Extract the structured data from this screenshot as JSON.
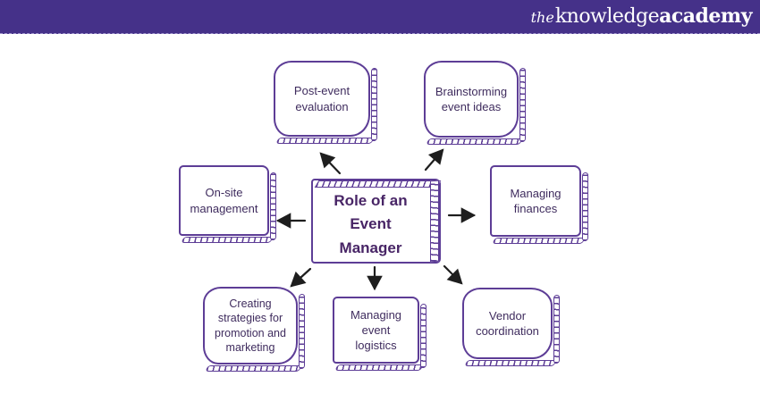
{
  "header": {
    "logo_the": "the",
    "logo_knowledge": "knowledge",
    "logo_academy": "academy"
  },
  "diagram": {
    "center_label": "Role of an Event Manager",
    "nodes": [
      {
        "id": "post-event-evaluation",
        "label": "Post-event evaluation"
      },
      {
        "id": "brainstorming-event-ideas",
        "label": "Brainstorming event ideas"
      },
      {
        "id": "on-site-management",
        "label": "On-site management"
      },
      {
        "id": "managing-finances",
        "label": "Managing finances"
      },
      {
        "id": "creating-strategies",
        "label": "Creating strategies for promotion and marketing"
      },
      {
        "id": "managing-event-logistics",
        "label": "Managing event logistics"
      },
      {
        "id": "vendor-coordination",
        "label": "Vendor coordination"
      }
    ]
  },
  "colors": {
    "header_bg": "#453189",
    "box_border": "#5d3d96",
    "label_text": "#3f2c5e",
    "title_text": "#482566",
    "arrow": "#1e1e1e"
  }
}
